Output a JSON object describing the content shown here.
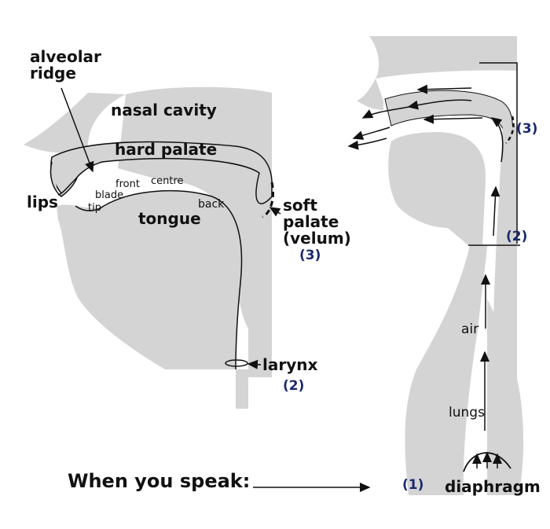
{
  "left_diagram": {
    "alveolar_ridge": "alveolar\nridge",
    "nasal_cavity": "nasal cavity",
    "hard_palate": "hard palate",
    "front": "front",
    "centre": "centre",
    "blade": "blade",
    "tip": "tip",
    "lips": "lips",
    "tongue": "tongue",
    "back": "back",
    "soft_palate": "soft\npalate\n(velum)",
    "soft_palate_num": "(3)",
    "larynx": "larynx",
    "larynx_num": "(2)"
  },
  "right_diagram": {
    "num_3": "(3)",
    "num_2": "(2)",
    "air": "air",
    "lungs": "lungs",
    "num_1": "(1)",
    "diaphragm": "diaphragm"
  },
  "caption": "When you speak:",
  "colors": {
    "tissue": "#d4d4d4",
    "ink": "#111111",
    "accent": "#1b2a6b"
  }
}
